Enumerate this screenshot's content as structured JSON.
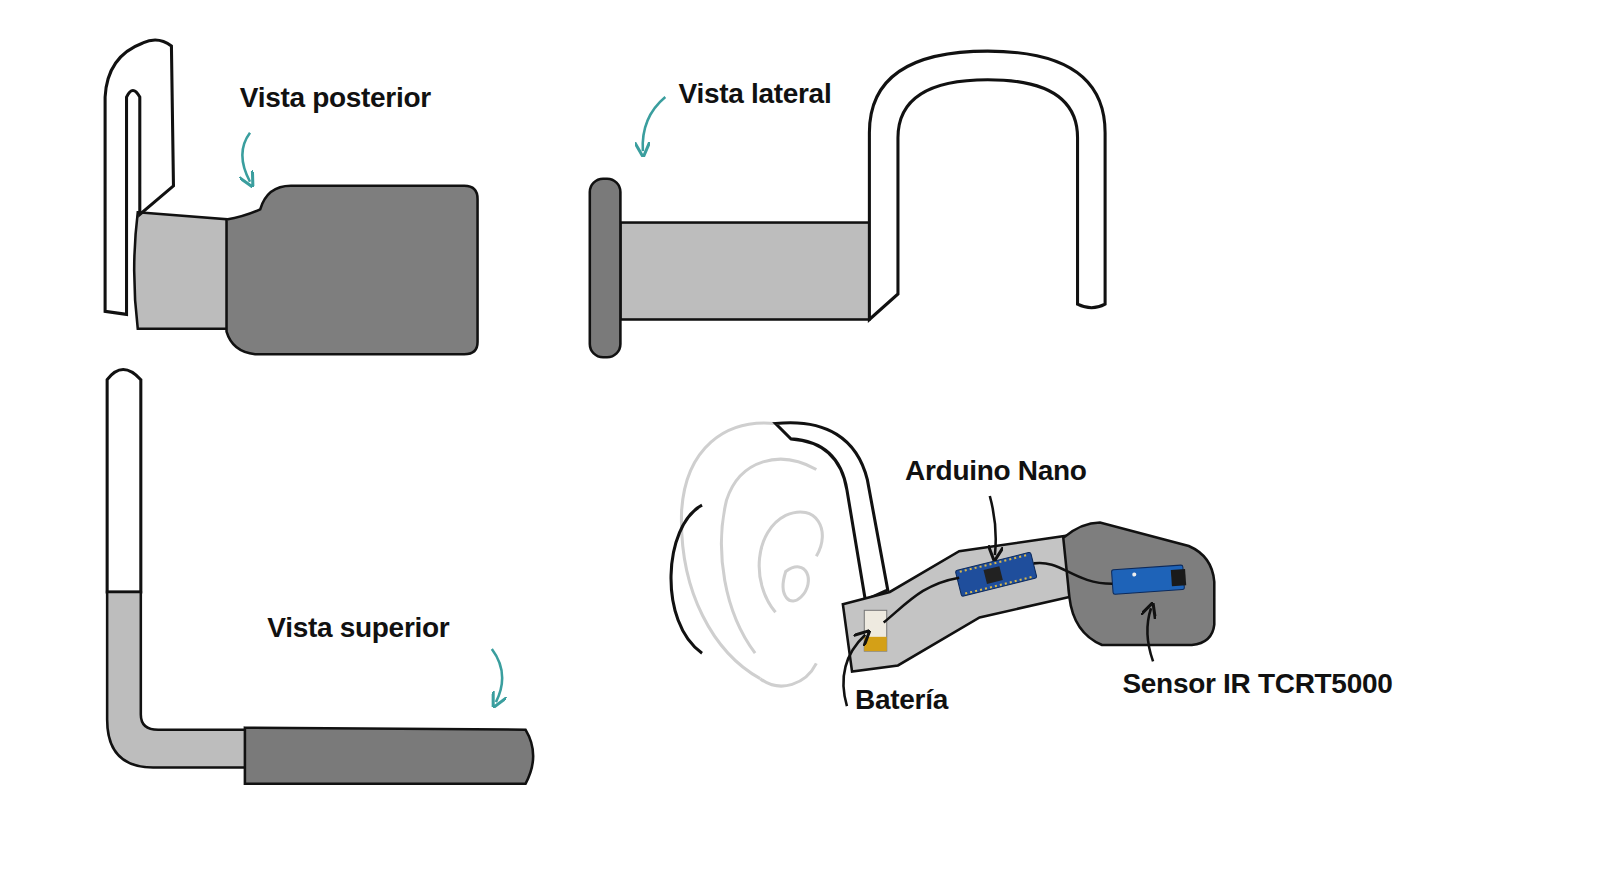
{
  "diagram": {
    "labels": [
      "Vista posterior",
      "Vista lateral",
      "Vista superior",
      "Arduino Nano",
      "Batería",
      "Sensor IR TCRT5000"
    ]
  }
}
